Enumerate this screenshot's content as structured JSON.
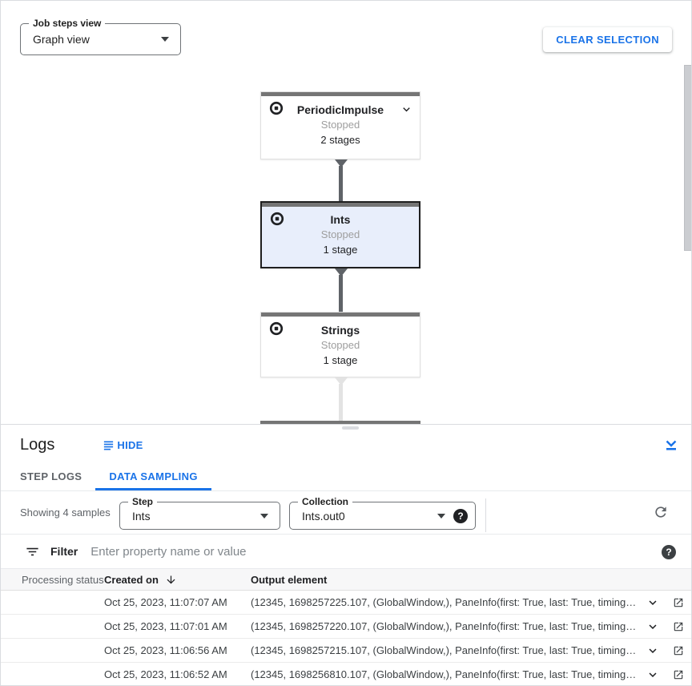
{
  "colors": {
    "accent_blue": "#1a73e8",
    "node_selected_bg": "#e8eefb",
    "node_top_bar": "#757575",
    "edge_dark": "#5f6368",
    "edge_light": "#e3e3e3",
    "status_dot_gray": "#616161"
  },
  "graph_controls": {
    "view_field_label": "Job steps view",
    "view_field_value": "Graph view",
    "clear_selection_label": "CLEAR SELECTION"
  },
  "graph": {
    "nodes": [
      {
        "title": "PeriodicImpulse",
        "status": "Stopped",
        "stages": "2 stages"
      },
      {
        "title": "Ints",
        "status": "Stopped",
        "stages": "1 stage"
      },
      {
        "title": "Strings",
        "status": "Stopped",
        "stages": "1 stage"
      }
    ]
  },
  "logs": {
    "title": "Logs",
    "hide_label": "HIDE",
    "tabs": {
      "step_logs": "STEP LOGS",
      "data_sampling": "DATA SAMPLING"
    },
    "toolbar": {
      "showing_text": "Showing 4 samples",
      "step_label": "Step",
      "step_value": "Ints",
      "collection_label": "Collection",
      "collection_value": "Ints.out0",
      "help_glyph": "?"
    },
    "filter": {
      "label": "Filter",
      "placeholder": "Enter property name or value",
      "help_glyph": "?"
    },
    "table": {
      "col_status": "Processing status",
      "col_created": "Created on",
      "col_output": "Output element",
      "rows": [
        {
          "created_on": "Oct 25, 2023, 11:07:07 AM",
          "output_element": "(12345, 1698257225.107, (GlobalWindow,), PaneInfo(first: True, last: True, timing…"
        },
        {
          "created_on": "Oct 25, 2023, 11:07:01 AM",
          "output_element": "(12345, 1698257220.107, (GlobalWindow,), PaneInfo(first: True, last: True, timing…"
        },
        {
          "created_on": "Oct 25, 2023, 11:06:56 AM",
          "output_element": "(12345, 1698257215.107, (GlobalWindow,), PaneInfo(first: True, last: True, timing…"
        },
        {
          "created_on": "Oct 25, 2023, 11:06:52 AM",
          "output_element": "(12345, 1698256810.107, (GlobalWindow,), PaneInfo(first: True, last: True, timing…"
        }
      ]
    }
  }
}
